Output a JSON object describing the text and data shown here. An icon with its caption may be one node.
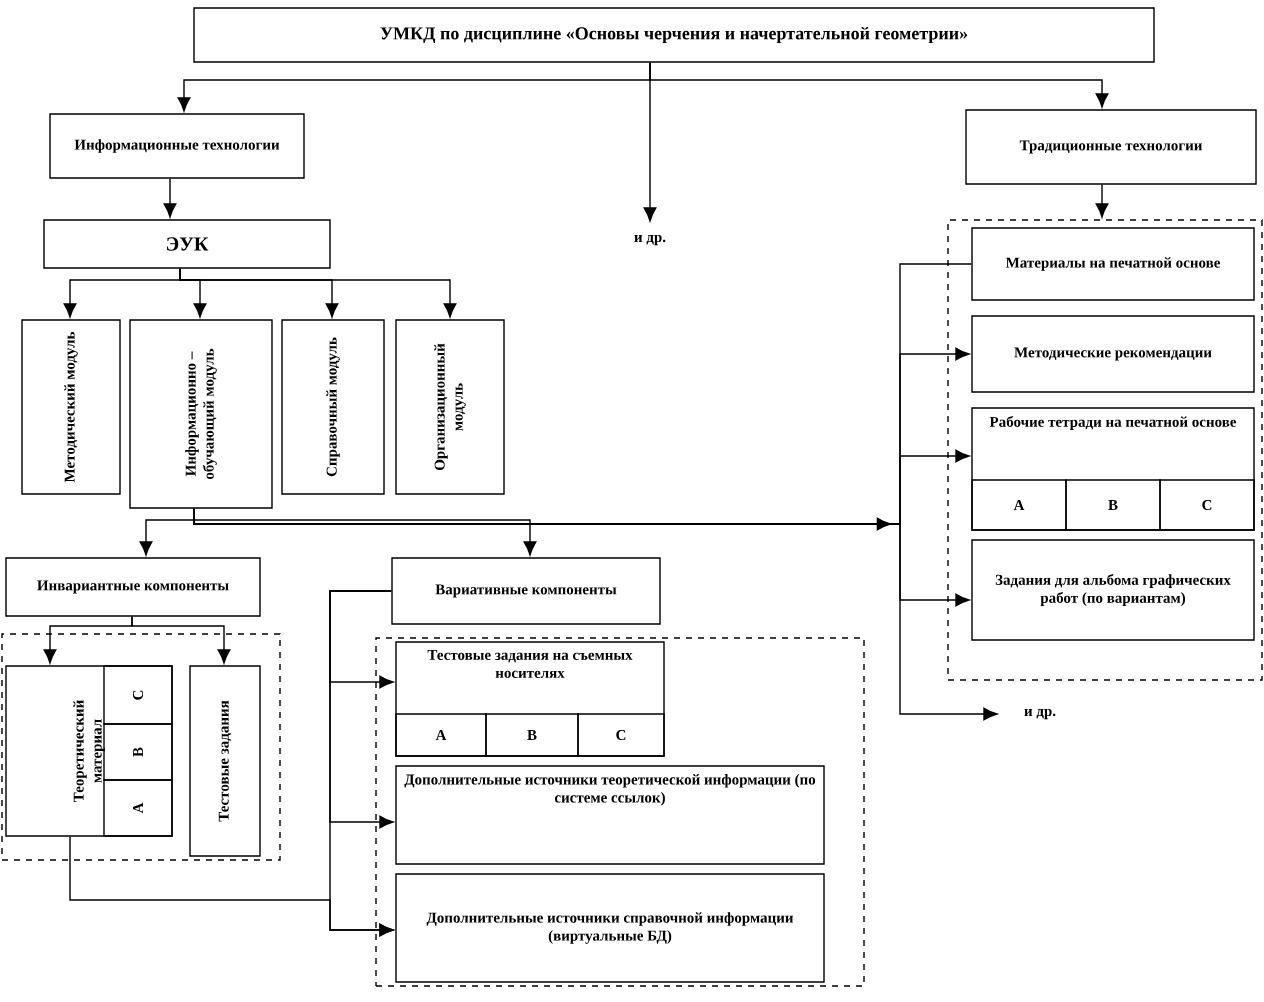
{
  "diagram": {
    "nodes": [
      {
        "text": [
          "УМКД по дисциплине «Основы черчения и начертательной геометрии»"
        ]
      },
      {
        "text": [
          "Информационные технологии"
        ]
      },
      {
        "text": [
          "и др."
        ]
      },
      {
        "text": [
          "Традиционные технологии"
        ]
      },
      {
        "text": [
          "ЭУК"
        ]
      },
      {
        "text": [
          "Методический модуль"
        ]
      },
      {
        "text": [
          "Информационно – обучающий модуль"
        ]
      },
      {
        "text": [
          "Справочный модуль"
        ]
      },
      {
        "text": [
          "Организационный модуль"
        ]
      },
      {
        "text": [],
        "shape": "box"
      },
      {
        "text": [
          "Материалы на печатной основе"
        ],
        "in": 9
      },
      {
        "text": [
          "Методические рекомендации"
        ],
        "in": 9
      },
      {
        "text": [
          "Рабочие тетради на печатной основе"
        ],
        "in": 9
      },
      {
        "text": [
          "А"
        ],
        "in": 12
      },
      {
        "text": [
          "В"
        ],
        "in": 12
      },
      {
        "text": [
          "С"
        ],
        "in": 12
      },
      {
        "text": [
          "Задания для альбома графических работ (по вариантам)"
        ],
        "in": 9
      },
      {
        "text": [
          "и др."
        ]
      },
      {
        "text": [
          "Инвариантные компоненты"
        ]
      },
      {
        "text": [
          "Вариативные компоненты"
        ]
      },
      {
        "text": [],
        "shape": "box"
      },
      {
        "text": [
          "Теоретический материал"
        ],
        "in": 20
      },
      {
        "text": [
          "С"
        ],
        "in": 21
      },
      {
        "text": [
          "В"
        ],
        "in": 21
      },
      {
        "text": [
          "А"
        ],
        "in": 21
      },
      {
        "text": [
          "Тестовые задания"
        ],
        "in": 20
      },
      {
        "text": [],
        "shape": "box"
      },
      {
        "text": [
          "Тестовые задания на съемных носителях"
        ],
        "in": 26
      },
      {
        "text": [
          "А"
        ],
        "in": 27
      },
      {
        "text": [
          "В"
        ],
        "in": 27
      },
      {
        "text": [
          "С"
        ],
        "in": 27
      },
      {
        "text": [
          "Дополнительные источники теоретической информации (по системе ссылок)"
        ],
        "in": 26
      },
      {
        "text": [
          "Дополнительные источники справочной информации (виртуальные БД)"
        ],
        "in": 26
      }
    ],
    "edges": [
      {
        "from": 0,
        "to": 1,
        "arrow": "to"
      },
      {
        "from": 0,
        "to": 2,
        "arrow": "to"
      },
      {
        "from": 0,
        "to": 3,
        "arrow": "to"
      },
      {
        "from": 1,
        "to": 4,
        "arrow": "to"
      },
      {
        "from": 4,
        "to": 5,
        "arrow": "to"
      },
      {
        "from": 4,
        "to": 6,
        "arrow": "to"
      },
      {
        "from": 4,
        "to": 7,
        "arrow": "to"
      },
      {
        "from": 4,
        "to": 8,
        "arrow": "to"
      },
      {
        "from": 3,
        "to": 9,
        "arrow": "to"
      },
      {
        "from": 6,
        "to": 18,
        "arrow": "to"
      },
      {
        "from": 6,
        "to": 19,
        "arrow": "to"
      },
      {
        "from": 6,
        "to": 10,
        "arrow": "none"
      },
      {
        "from": 6,
        "to": 11,
        "arrow": "to"
      },
      {
        "from": 6,
        "to": 12,
        "arrow": "to"
      },
      {
        "from": 6,
        "to": 16,
        "arrow": "to"
      },
      {
        "from": 6,
        "to": 17,
        "arrow": "to"
      },
      {
        "from": 18,
        "to": 21,
        "arrow": "to"
      },
      {
        "from": 18,
        "to": 25,
        "arrow": "to"
      },
      {
        "from": 19,
        "to": 27,
        "arrow": "to"
      },
      {
        "from": 19,
        "to": 31,
        "arrow": "to"
      },
      {
        "from": 19,
        "to": 32,
        "arrow": "to"
      },
      {
        "from": 21,
        "to": 32,
        "arrow": "to"
      }
    ]
  }
}
